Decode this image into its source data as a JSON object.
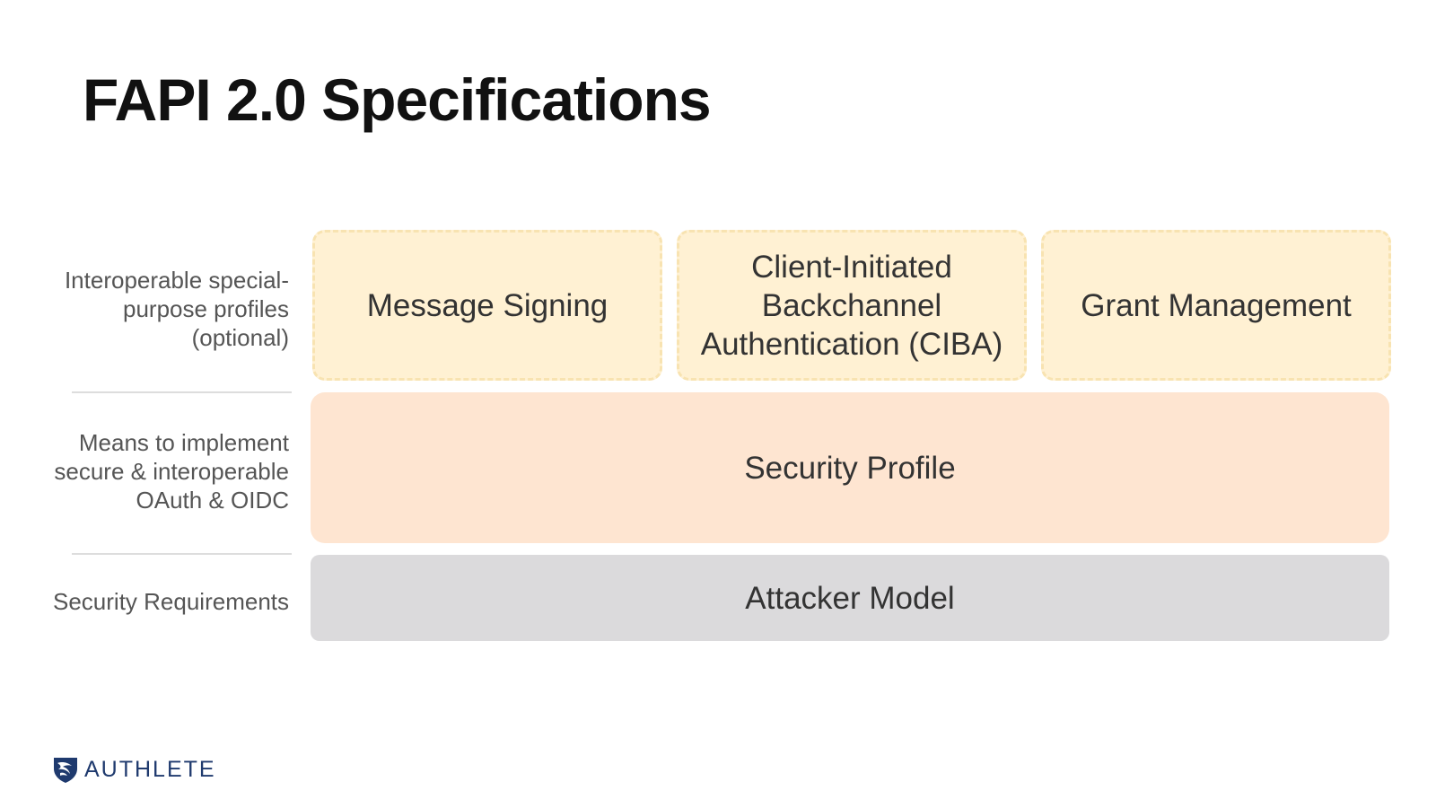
{
  "title": "FAPI 2.0 Specifications",
  "row_labels": {
    "optional": [
      "Interoperable special-",
      "purpose profiles",
      "(optional)"
    ],
    "means": [
      "Means to implement",
      "secure & interoperable",
      "OAuth & OIDC"
    ],
    "requirements": [
      "Security Requirements"
    ]
  },
  "boxes": {
    "message_signing": [
      "Message Signing"
    ],
    "ciba": [
      "Client-Initiated",
      "Backchannel",
      "Authentication (CIBA)"
    ],
    "grant_management": [
      "Grant Management"
    ],
    "security_profile": [
      "Security Profile"
    ],
    "attacker_model": [
      "Attacker Model"
    ]
  },
  "logo": {
    "icon": "authlete-shield-icon",
    "text": "AUTHLETE"
  },
  "colors": {
    "optional_fill": "#fff1d3",
    "optional_border": "#f8e3b1",
    "profile_fill": "#fee5d1",
    "attacker_fill": "#dbdadc",
    "logo_blue": "#1f3a6e"
  }
}
